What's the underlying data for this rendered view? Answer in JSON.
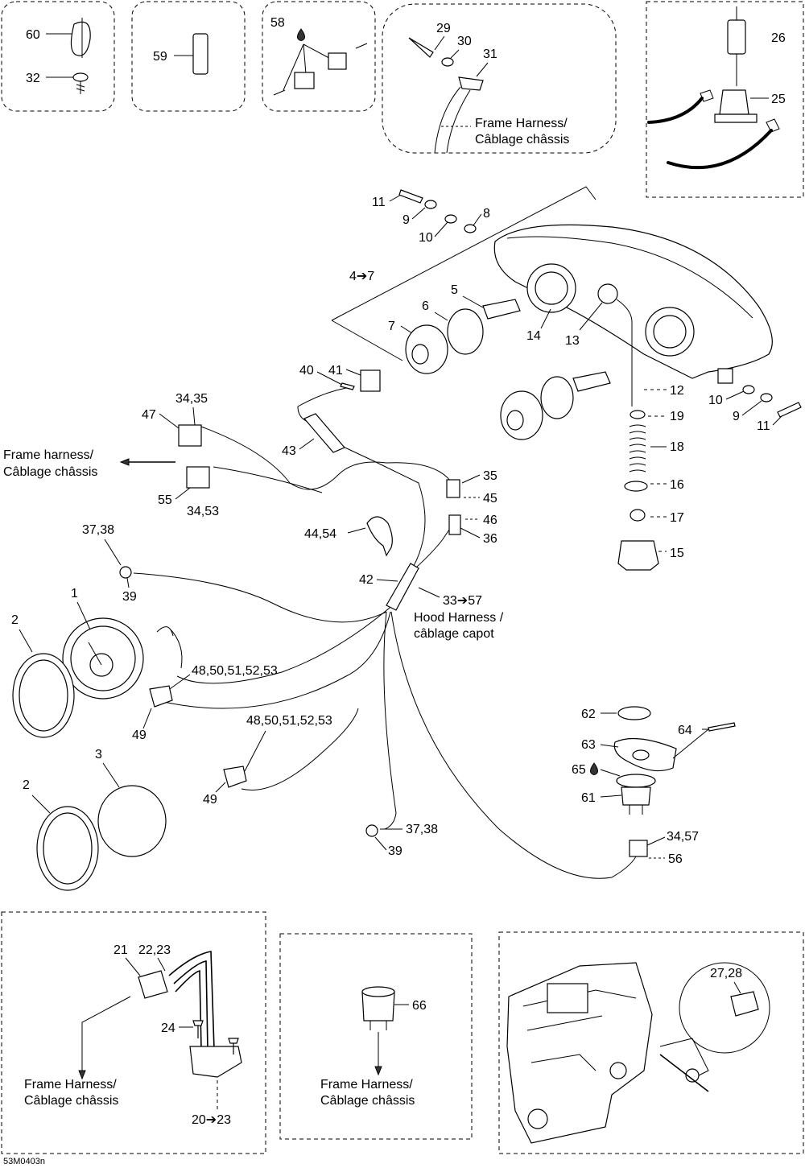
{
  "diagram_code": "53M0403n",
  "callouts": {
    "c60": "60",
    "c32": "32",
    "c59": "59",
    "c58": "58",
    "c29": "29",
    "c30": "30",
    "c31": "31",
    "frame_harness_fr_top": "Frame Harness/",
    "frame_harness_en_top": "Câblage châssis",
    "c26": "26",
    "c25": "25",
    "c11a": "11",
    "c9a": "9",
    "c10a": "10",
    "c8": "8",
    "c4_7": "4➔7",
    "c5": "5",
    "c6": "6",
    "c7": "7",
    "c14": "14",
    "c13": "13",
    "c12": "12",
    "c10b": "10",
    "c9b": "9",
    "c11b": "11",
    "c19": "19",
    "c18": "18",
    "c16": "16",
    "c17": "17",
    "c15": "15",
    "c41": "41",
    "c40": "40",
    "c43": "43",
    "c34_35": "34,35",
    "c47": "47",
    "frame_harness_left_1": "Frame harness/",
    "frame_harness_left_2": "Câblage châssis",
    "c55": "55",
    "c34_53": "34,53",
    "c35": "35",
    "c45": "45",
    "c46": "46",
    "c36": "36",
    "c44_54": "44,54",
    "c37_38a": "37,38",
    "c39a": "39",
    "c42": "42",
    "c33_57": "33➔57",
    "hood_harness_1": "Hood Harness /",
    "hood_harness_2": "câblage capot",
    "c1": "1",
    "c2a": "2",
    "c48a": "48,50,51,52,53",
    "c49a": "49",
    "c48b": "48,50,51,52,53",
    "c49b": "49",
    "c3": "3",
    "c2b": "2",
    "c37_38b": "37,38",
    "c39b": "39",
    "c62": "62",
    "c63": "63",
    "c64": "64",
    "c65": "65",
    "c61": "61",
    "c34_57": "34,57",
    "c56": "56",
    "c21": "21",
    "c22_23": "22,23",
    "c24": "24",
    "frame_harness_bl_1": "Frame Harness/",
    "frame_harness_bl_2": "Câblage châssis",
    "c20_23": "20➔23",
    "c66": "66",
    "frame_harness_bm_1": "Frame Harness/",
    "frame_harness_bm_2": "Câblage châssis",
    "c27_28": "27,28"
  }
}
